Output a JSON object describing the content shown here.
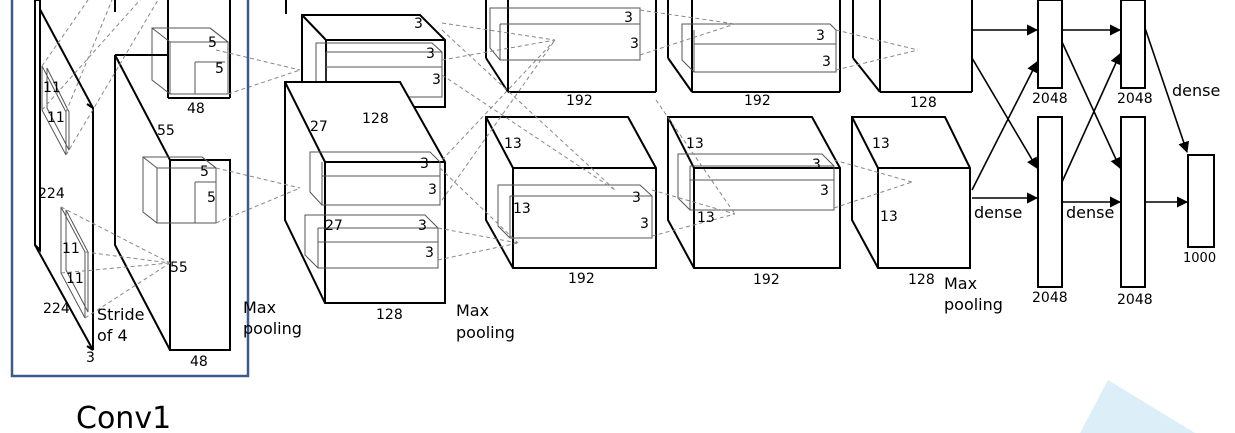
{
  "caption": "Conv1",
  "highlight": {
    "stroke_color": "#3c5a8c"
  },
  "watermark_color": "#dceef8",
  "input": {
    "size_label": "224",
    "size_label_bottom": "224",
    "channels_label": "3",
    "kernel_label_a": "11",
    "kernel_label_b": "11",
    "kernel_label_c": "11",
    "kernel_label_d": "11",
    "stride_line1": "Stride",
    "stride_line2": "of 4"
  },
  "conv1": {
    "spatial_top": "55",
    "spatial_bottom": "55",
    "depth_top": "48",
    "depth_bottom": "48",
    "kernel_top_a": "5",
    "kernel_top_b": "5",
    "kernel_bottom_a": "5",
    "kernel_bottom_b": "5"
  },
  "pool1": {
    "line1": "Max",
    "line2": "pooling"
  },
  "conv2": {
    "spatial_top": "27",
    "spatial_bottom": "27",
    "depth_top": "128",
    "depth_bottom": "128",
    "kernel_top_a": "3",
    "kernel_top_b": "3",
    "kernel_top_c": "3",
    "kernel_bottom_a": "3",
    "kernel_bottom_b": "3",
    "kernel_bottom_c": "3"
  },
  "pool2": {
    "line1": "Max",
    "line2": "pooling"
  },
  "conv3": {
    "spatial_bottom": "13",
    "spatial_bottom_inner": "13",
    "depth_top": "192",
    "depth_bottom": "192",
    "kernel_top_a": "3",
    "kernel_top_b": "3",
    "kernel_bottom_a": "3",
    "kernel_bottom_b": "3"
  },
  "conv4": {
    "spatial_bottom": "13",
    "spatial_bottom_inner": "13",
    "depth_top": "192",
    "depth_bottom": "192",
    "kernel_top_a": "3",
    "kernel_top_b": "3",
    "kernel_bottom_a": "3",
    "kernel_bottom_b": "3"
  },
  "conv5": {
    "spatial_bottom": "13",
    "spatial_bottom_inner": "13",
    "depth_top": "128",
    "depth_bottom": "128"
  },
  "pool3": {
    "line1": "Max",
    "line2": "pooling"
  },
  "fc": {
    "fc6_top": "2048",
    "fc6_bottom": "2048",
    "fc7_top": "2048",
    "fc7_bottom": "2048",
    "output": "1000",
    "dense_1": "dense",
    "dense_2": "dense",
    "dense_3": "dense"
  }
}
